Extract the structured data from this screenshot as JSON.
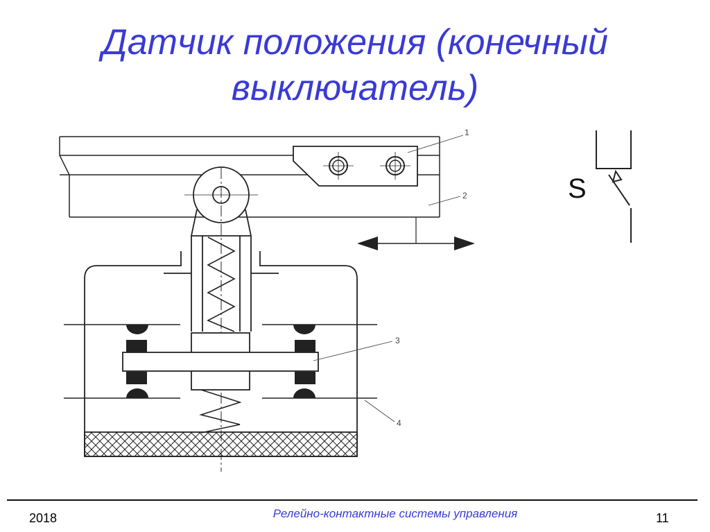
{
  "slide": {
    "title_line1": "Датчик положения (конечный",
    "title_line2": "выключатель)"
  },
  "diagram": {
    "callouts": [
      "1",
      "2",
      "3",
      "4"
    ],
    "symbol_letter": "S"
  },
  "footer": {
    "year": "2018",
    "course": "Релейно-контактные системы управления",
    "page": "11"
  },
  "colors": {
    "title": "#3a3ad6",
    "ink": "#111111",
    "callout_text": "#444444"
  }
}
